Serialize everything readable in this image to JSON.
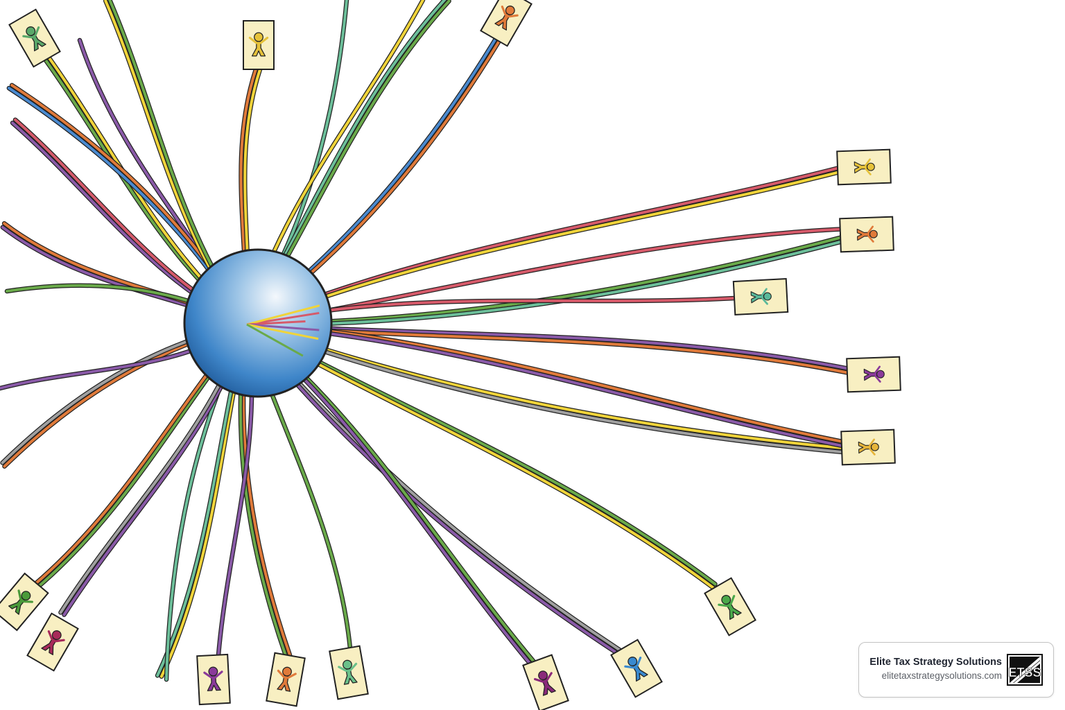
{
  "brand": {
    "name": "Elite Tax Strategy Solutions",
    "url": "elitetaxstrategysolutions.com",
    "logo_text": "ETSS"
  },
  "illustration": {
    "subject": "central-globe-hub-connected-to-person-cards",
    "hub_color": "#3f86c9",
    "card_fill": "#f8efc2",
    "outline_color": "#222222",
    "wire_colors": [
      "#d65a6a",
      "#f0d43a",
      "#6aaa4a",
      "#8a5aa8",
      "#e07a3a",
      "#4a8ad0",
      "#6cbf9a",
      "#a0a0a0"
    ],
    "person_cards": [
      {
        "name": "person-card-top-left",
        "figure_color": "#5aa86a"
      },
      {
        "name": "person-card-top",
        "figure_color": "#e6c23a"
      },
      {
        "name": "person-card-top-right",
        "figure_color": "#e07a3a"
      },
      {
        "name": "person-card-right-1",
        "figure_color": "#e6c23a"
      },
      {
        "name": "person-card-right-2",
        "figure_color": "#e07a3a"
      },
      {
        "name": "person-card-right-3",
        "figure_color": "#5ab89a"
      },
      {
        "name": "person-card-right-4",
        "figure_color": "#8a3a9a"
      },
      {
        "name": "person-card-right-5",
        "figure_color": "#e6b43a"
      },
      {
        "name": "person-card-bottom-right-1",
        "figure_color": "#4aa84a"
      },
      {
        "name": "person-card-bottom-right-2",
        "figure_color": "#3a8ad0"
      },
      {
        "name": "person-card-bottom-1",
        "figure_color": "#8a2a7a"
      },
      {
        "name": "person-card-bottom-2",
        "figure_color": "#6ac08a"
      },
      {
        "name": "person-card-bottom-3",
        "figure_color": "#e07a3a"
      },
      {
        "name": "person-card-bottom-4",
        "figure_color": "#8a3a9a"
      },
      {
        "name": "person-card-bottom-left-1",
        "figure_color": "#a82a5a"
      },
      {
        "name": "person-card-bottom-left-2",
        "figure_color": "#4a9a3a"
      }
    ]
  }
}
